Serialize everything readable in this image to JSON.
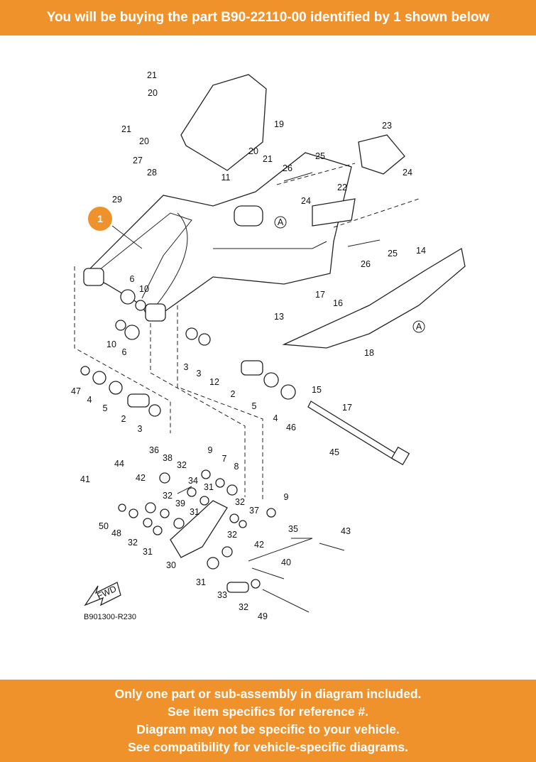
{
  "header": {
    "text": "You will be buying the part B90-22110-00 identified by 1 shown below"
  },
  "highlight": {
    "label": "1",
    "color": "#F0922B"
  },
  "diagram": {
    "code": "B901300-R230",
    "fwd_label": "FWD",
    "callouts": [
      "21",
      "20",
      "21",
      "20",
      "19",
      "23",
      "20",
      "21",
      "25",
      "26",
      "24",
      "27",
      "28",
      "11",
      "22",
      "29",
      "24",
      "A",
      "25",
      "14",
      "26",
      "6",
      "10",
      "17",
      "16",
      "A",
      "13",
      "10",
      "6",
      "18",
      "3",
      "3",
      "12",
      "2",
      "15",
      "17",
      "47",
      "4",
      "5",
      "2",
      "3",
      "5",
      "4",
      "46",
      "45",
      "36",
      "38",
      "32",
      "9",
      "7",
      "8",
      "44",
      "42",
      "34",
      "31",
      "41",
      "32",
      "39",
      "31",
      "9",
      "32",
      "37",
      "50",
      "48",
      "32",
      "31",
      "35",
      "43",
      "32",
      "42",
      "30",
      "40",
      "31",
      "33",
      "32",
      "49"
    ]
  },
  "footer": {
    "lines": [
      "Only one part or sub-assembly in diagram included.",
      "See item specifics for reference #.",
      "Diagram may not be specific to your vehicle.",
      "See compatibility for vehicle-specific diagrams."
    ]
  }
}
